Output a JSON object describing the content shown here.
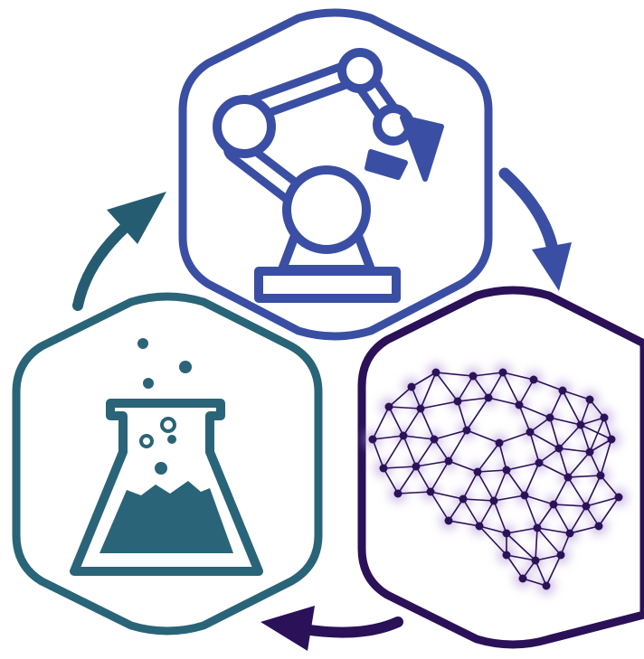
{
  "diagram": {
    "type": "cycle",
    "nodes": [
      {
        "id": "robotics",
        "icon": "robot-arm-icon",
        "color": "#3a4fa3"
      },
      {
        "id": "machine-learning",
        "icon": "neural-brain-icon",
        "color": "#2a1158"
      },
      {
        "id": "chemistry",
        "icon": "flask-icon",
        "color": "#2a6478"
      }
    ],
    "edges": [
      {
        "from": "robotics",
        "to": "machine-learning",
        "color": "#3a4fa3"
      },
      {
        "from": "machine-learning",
        "to": "chemistry",
        "color": "#2a1158"
      },
      {
        "from": "chemistry",
        "to": "robotics",
        "color": "#265c72"
      }
    ]
  },
  "colors": {
    "background": "#ffffff",
    "robot": "#3a4fa3",
    "brain": "#2a1158",
    "brain_glow": "#b49ad8",
    "flask": "#2a6478"
  }
}
